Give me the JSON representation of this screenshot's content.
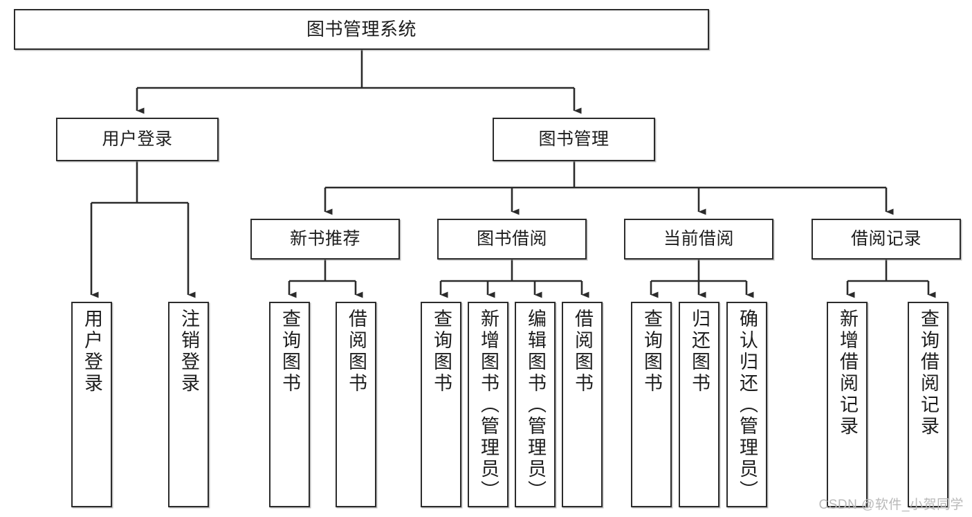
{
  "diagram": {
    "type": "tree-hierarchy-chart",
    "title": "图书管理系统",
    "watermark": "CSDN @软件_小贺同学",
    "colors": {
      "box_border": "#2b2b2b",
      "box_fill": "#ffffff",
      "connector": "#2b2b2b",
      "text": "#1d1d1d",
      "watermark": "#b9b9b9",
      "background": "#ffffff"
    },
    "levels": {
      "root": "图书管理系统",
      "level2": [
        "用户登录",
        "图书管理"
      ],
      "level3": [
        "新书推荐",
        "图书借阅",
        "当前借阅",
        "借阅记录"
      ]
    }
  },
  "nodes": {
    "root": {
      "label": "图书管理系统"
    },
    "user_login": {
      "label": "用户登录"
    },
    "book_manage": {
      "label": "图书管理"
    },
    "new_book_rec": {
      "label": "新书推荐"
    },
    "book_borrow": {
      "label": "图书借阅"
    },
    "current_borrow": {
      "label": "当前借阅"
    },
    "borrow_record": {
      "label": "借阅记录"
    }
  },
  "leaves": {
    "user_login_children": [
      {
        "label": "用户登录"
      },
      {
        "label": "注销登录"
      }
    ],
    "new_book_rec_children": [
      {
        "label": "查询图书"
      },
      {
        "label": "借阅图书"
      }
    ],
    "book_borrow_children": [
      {
        "label": "查询图书"
      },
      {
        "label": "新增图书（管理员）"
      },
      {
        "label": "编辑图书（管理员）"
      },
      {
        "label": "借阅图书"
      }
    ],
    "current_borrow_children": [
      {
        "label": "查询图书"
      },
      {
        "label": "归还图书"
      },
      {
        "label": "确认归还（管理员）"
      }
    ],
    "borrow_record_children": [
      {
        "label": "新增借阅记录"
      },
      {
        "label": "查询借阅记录"
      }
    ]
  }
}
